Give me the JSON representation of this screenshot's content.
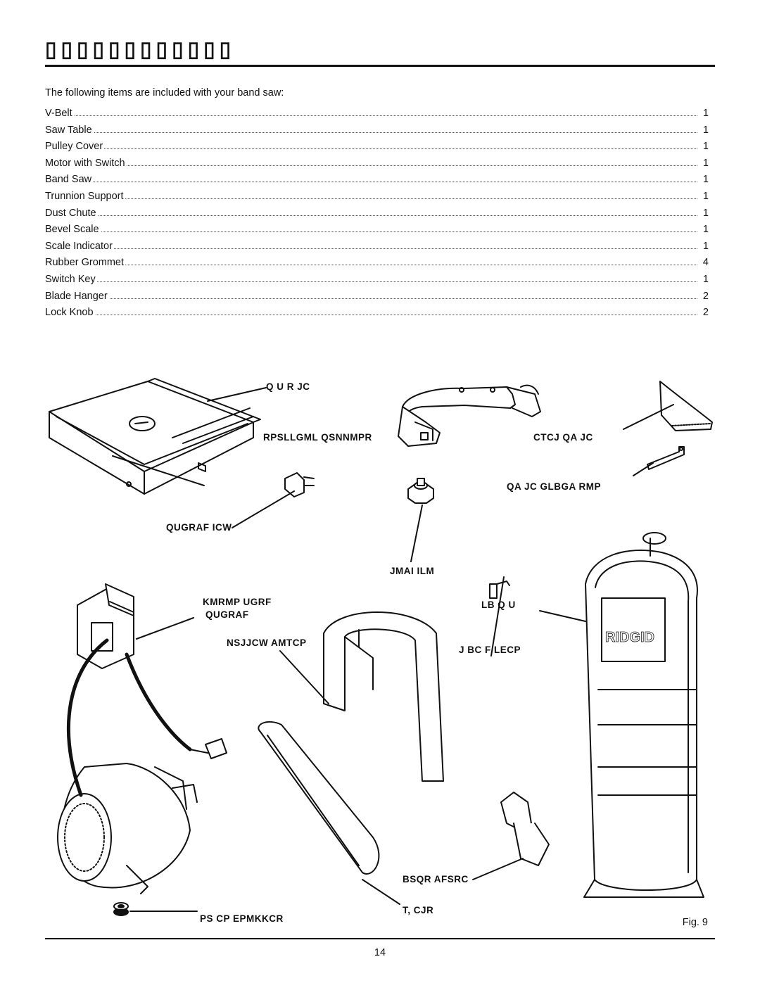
{
  "header": {
    "title": "▯▯▯▯▯▯▯▯▯▯▯▯"
  },
  "intro": "The following items are included with your band saw:",
  "items": [
    {
      "name": "V-Belt",
      "qty": "1"
    },
    {
      "name": "Saw Table",
      "qty": "1"
    },
    {
      "name": "Pulley Cover",
      "qty": "1"
    },
    {
      "name": "Motor with Switch",
      "qty": "1"
    },
    {
      "name": "Band Saw",
      "qty": "1"
    },
    {
      "name": "Trunnion Support",
      "qty": "1"
    },
    {
      "name": "Dust Chute",
      "qty": "1"
    },
    {
      "name": "Bevel Scale",
      "qty": "1"
    },
    {
      "name": "Scale Indicator",
      "qty": "1"
    },
    {
      "name": "Rubber Grommet",
      "qty": "4"
    },
    {
      "name": "Switch Key",
      "qty": "1"
    },
    {
      "name": "Blade Hanger",
      "qty": "2"
    },
    {
      "name": "Lock Knob",
      "qty": "2"
    }
  ],
  "callouts": {
    "saw_table": "Q   U R       JC",
    "trunnion_support": "RPSLLGML QSNNMPR",
    "bevel_scale": "CTCJ QA   JC",
    "scale_indicator": "QA   JC GLBGA   RMP",
    "switch_key": "QUGRAF ICW",
    "lock_knob": "JMAI ILM",
    "motor_with_switch_1": "KMRMP UGRF",
    "motor_with_switch_2": "QUGRAF",
    "band_saw": "LB Q   U",
    "pulley_cover": "NSJJCW AMTCP",
    "blade_hanger": "J   BC F    LECP",
    "dust_chute": "BSQR AFSRC",
    "v_belt": "T,    CJR",
    "rubber_grommet": "PS       CP EPMKKCR"
  },
  "brand": "RIDGID",
  "fig_label": "Fig. 9",
  "page_number": "14"
}
